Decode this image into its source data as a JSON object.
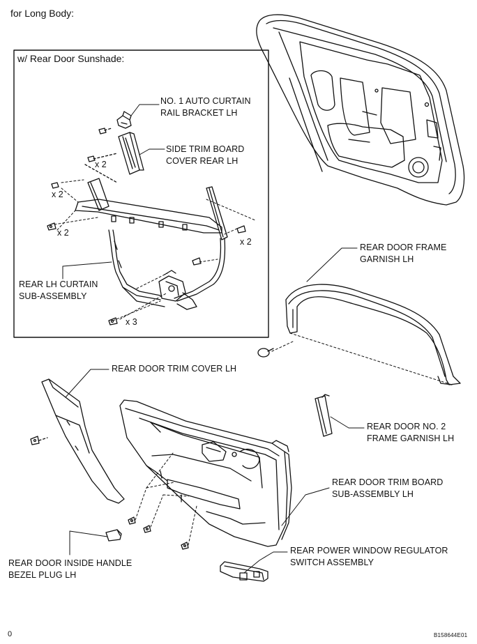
{
  "header": {
    "title": "for Long Body:"
  },
  "inset": {
    "title": "w/ Rear Door Sunshade:"
  },
  "labels": {
    "auto_curtain_bracket": "NO. 1 AUTO CURTAIN\nRAIL BRACKET LH",
    "side_trim_board": "SIDE TRIM BOARD\nCOVER REAR LH",
    "curtain_sub_assembly": "REAR LH CURTAIN\nSUB-ASSEMBLY",
    "frame_garnish": "REAR DOOR FRAME\nGARNISH LH",
    "trim_cover": "REAR DOOR TRIM COVER LH",
    "frame_garnish_no2": "REAR DOOR NO. 2\nFRAME GARNISH LH",
    "trim_board": "REAR DOOR TRIM BOARD\nSUB-ASSEMBLY LH",
    "inside_handle_plug": "REAR DOOR INSIDE HANDLE\nBEZEL PLUG LH",
    "window_switch": "REAR POWER WINDOW REGULATOR\nSWITCH ASSEMBLY"
  },
  "quantities": {
    "q1": "x 2",
    "q2": "x 2",
    "q3": "x 2",
    "q4": "x 2",
    "q5": "x 3"
  },
  "footer": {
    "page": "0",
    "figure_id": "B158644E01"
  },
  "colors": {
    "ink": "#111111",
    "background": "#ffffff"
  }
}
